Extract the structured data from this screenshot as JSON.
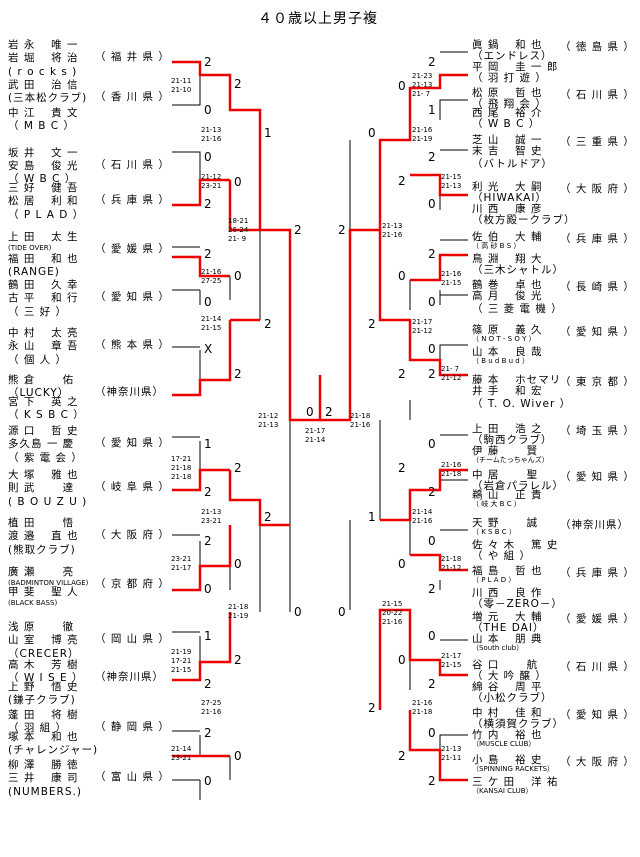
{
  "title": "４０歳以上男子複",
  "left_entries": [
    {
      "p1": "岩 永 　唯 一",
      "p2": "岩 堀 　将 治",
      "club": "( r o c k s )",
      "pref": "（ 福 井 県 ）"
    },
    {
      "p1": "武 田 　治 信",
      "p2": "(三本松クラブ)",
      "club": "",
      "pref": "（ 香 川 県 ）"
    },
    {
      "p1": "中 江 　貴 文",
      "p2": "（ M B C ）",
      "club": "",
      "pref": ""
    },
    {
      "p1": "坂 井 　文 一",
      "p2": "安 島 　俊 光",
      "club": "",
      "pref": "（ 石 川 県 ）"
    },
    {
      "p1": "（ W B C ）",
      "p2": "",
      "club": "",
      "pref": ""
    },
    {
      "p1": "三 好 　健 吾",
      "p2": "松 居 　利 和",
      "club": "（ P L A D ）",
      "pref": "（ 兵 庫 県 ）"
    },
    {
      "p1": "上 田 　太 生",
      "p2": "(TIDE OVER)",
      "club": "",
      "pref": "（ 愛 媛 県 ）"
    },
    {
      "p1": "福 田 　和 也",
      "p2": "(RANGE)",
      "club": "",
      "pref": ""
    },
    {
      "p1": "鶴 田 　久 幸",
      "p2": "古 平 　和 行",
      "club": "（ 三 好 ）",
      "pref": "（ 愛 知 県 ）"
    },
    {
      "p1": "中 村 　太 亮",
      "p2": "永 山 　章 吾",
      "club": "（ 個 人 ）",
      "pref": "（ 熊 本 県 ）"
    },
    {
      "p1": "熊 倉 　　佑",
      "p2": "（LUCKY）",
      "club": "",
      "pref": "（神奈川県）"
    },
    {
      "p1": "宮 下 　英 之",
      "p2": "（ K S B C ）",
      "club": "",
      "pref": ""
    },
    {
      "p1": "源 口 　哲 史",
      "p2": "多久島 一 慶",
      "club": "（ 紫 電 会 ）",
      "pref": "（ 愛 知 県 ）"
    },
    {
      "p1": "大 塚 　雅 也",
      "p2": "則 武 　　達",
      "club": "( B O U Z U )",
      "pref": "（ 岐 阜 県 ）"
    },
    {
      "p1": "植 田 　　悟",
      "p2": "渡 邉 　直 也",
      "club": "(熊取クラブ)",
      "pref": "（ 大 阪 府 ）"
    },
    {
      "p1": "廣 瀬 　　亮",
      "p2": "(BADMINTON VILLAGE)",
      "club": "",
      "pref": "（ 京 都 府 ）"
    },
    {
      "p1": "甲 斐 　聖 人",
      "p2": "(BLACK BASS)",
      "club": "",
      "pref": ""
    },
    {
      "p1": "浅 原 　　徹",
      "p2": "山 室 　博 亮",
      "club": "（CRECER）",
      "pref": "（ 岡 山 県 ）"
    },
    {
      "p1": "高 木 　芳 樹",
      "p2": "（ W I S E ）",
      "club": "",
      "pref": "（神奈川県）"
    },
    {
      "p1": "上 野 　悟 史",
      "p2": "(鎌子クラブ)",
      "club": "",
      "pref": ""
    },
    {
      "p1": "蓬 田 　将 樹",
      "p2": "（ 羽 組 ）",
      "club": "",
      "pref": "（ 静 岡 県 ）"
    },
    {
      "p1": "塚 本 　和 也",
      "p2": "(チャレンジャー)",
      "club": "",
      "pref": ""
    },
    {
      "p1": "柳 澤 　勝 徳",
      "p2": "三 井 　康 司",
      "club": "(NUMBERS.)",
      "pref": "（ 富 山 県 ）"
    }
  ],
  "right_entries": [
    {
      "p1": "眞 鍋 　和 也",
      "p2": "（エンドレス）",
      "pref": "（ 徳 島 県 ）"
    },
    {
      "p1": "平 岡 　圭 一 郎",
      "p2": "（ 羽 打 遊 ）",
      "pref": ""
    },
    {
      "p1": "松 原 　哲 也",
      "p2": "（ 飛 翔 会 ）",
      "pref": "（ 石 川 県 ）"
    },
    {
      "p1": "西 尾 　裕 介",
      "p2": "（ W B C ）",
      "pref": ""
    },
    {
      "p1": "芝 山 　誠 一",
      "p2": "末 吉 　智 史",
      "club": "（バトルドア）",
      "pref": "（ 三 重 県 ）"
    },
    {
      "p1": "利 光 　大 嗣",
      "p2": "（HIWAKAI）",
      "pref": "（ 大 阪 府 ）"
    },
    {
      "p1": "川 西 　康 彦",
      "p2": "（枚方殿ークラブ）",
      "pref": ""
    },
    {
      "p1": "佐 伯 　大 輔",
      "p2": "（ 高 砂 B S ）",
      "pref": "（ 兵 庫 県 ）"
    },
    {
      "p1": "鳥 淵 　翔 大",
      "p2": "（三木シャトル）",
      "pref": ""
    },
    {
      "p1": "鶴 巻 　卓 也",
      "p2": "高 月 　俊 光",
      "club": "（ 三 菱 電 機 ）",
      "pref": "（ 長 崎 県 ）"
    },
    {
      "p1": "篠 原 　義 久",
      "p2": "（ N O T - S O Y ）",
      "pref": "（ 愛 知 県 ）"
    },
    {
      "p1": "山 本 　良 哉",
      "p2": "（ B u d B u d ）",
      "pref": ""
    },
    {
      "p1": "藤 本 　ホセマリ",
      "p2": "井 手 　和 宏",
      "club": "（ T. O. Wiver ）",
      "pref": "（ 東 京 都 ）"
    },
    {
      "p1": "上 田 　浩 之",
      "p2": "（駒西クラブ）",
      "pref": "（ 埼 玉 県 ）"
    },
    {
      "p1": "伊 藤 　　賢",
      "p2": "（チームたっちゃんズ）",
      "pref": ""
    },
    {
      "p1": "中 居 　　聖",
      "p2": "（岩倉パラレル）",
      "pref": "（ 愛 知 県 ）"
    },
    {
      "p1": "鵜 山 　正 貴",
      "p2": "（ 岐 大 B C ）",
      "pref": ""
    },
    {
      "p1": "天 野 　　誠",
      "p2": "（ K S B C ）",
      "pref": "（神奈川県）"
    },
    {
      "p1": "佐 々 木 　篤 史",
      "p2": "（ や 組 ）",
      "pref": ""
    },
    {
      "p1": "福 島 　哲 也",
      "p2": "（ P L A D ）",
      "pref": "（ 兵 庫 県 ）"
    },
    {
      "p1": "川 西 　良 作",
      "p2": "（零－ZERO－）",
      "pref": ""
    },
    {
      "p1": "増 元 　大 輔",
      "p2": "（THE DAI）",
      "pref": "（ 愛 媛 県 ）"
    },
    {
      "p1": "山 本 　朋 典",
      "p2": "（South club）",
      "pref": ""
    },
    {
      "p1": "谷 口 　　航",
      "p2": "（ 大 吟 醸 ）",
      "pref": "（ 石 川 県 ）"
    },
    {
      "p1": "綿 谷 　周 平",
      "p2": "（小松クラブ）",
      "pref": ""
    },
    {
      "p1": "中 村 　佳 和",
      "p2": "（横須賀クラブ）",
      "pref": "（ 愛 知 県 ）"
    },
    {
      "p1": "竹 内 　裕 也",
      "p2": "（MUSCLE CLUB）",
      "pref": ""
    },
    {
      "p1": "小 島 　裕 史",
      "p2": "（SPINNING RACKETS）",
      "pref": "（ 大 阪 府 ）"
    },
    {
      "p1": "三 ケ 田 　洋 祐",
      "p2": "（KANSAI CLUB）",
      "pref": ""
    }
  ],
  "scores": {
    "l1a": "21-11\n21-10",
    "l1b": "21-13\n21-16",
    "l1c": "21-12\n23-21",
    "l1d": "21-16\n27-25",
    "l1e": "21-14\n21-15",
    "l1f": "17-21\n21-18\n21-18",
    "l1g": "21-13\n23-21",
    "l1h": "23-21\n21-17",
    "l1i": "21-19\n17-21\n21-15",
    "l1j": "27-25\n21-16",
    "l1k": "21-14\n23-21",
    "l2a": "18-21\n26-24\n21- 9",
    "l2b": "21-18\n21-19",
    "l3": "21-12\n21-13",
    "final_l": "21-17\n21-14",
    "final_r": "21-18\n21-16",
    "r1a": "21-23\n21-13\n21- 7",
    "r1b": "21-16\n21-19",
    "r1c": "21-15\n21-13",
    "r1d": "21-16\n21-15",
    "r1e": "21-17\n21-12",
    "r1f": "21- 7\n21-12",
    "r1g": "21-16\n21-18",
    "r1h": "21-14\n21-16",
    "r1i": "21-18\n21-12",
    "r1j": "21-17\n21-15",
    "r1k": "21-16\n21-18",
    "r1l": "21-13\n21-11",
    "r2a": "21-13\n21-16",
    "r2b": "21-15\n20-22\n21-16"
  },
  "points": {
    "a": "2",
    "b": "0",
    "c": "2",
    "d": "1",
    "e": "0",
    "f": "0",
    "g": "2",
    "h": "2",
    "i": "0",
    "j": "0",
    "k": "2",
    "l": "X",
    "m": "2",
    "n": "1",
    "o": "2",
    "p": "2",
    "q": "2",
    "r": "0",
    "s": "2",
    "t": "1",
    "u": "2",
    "v": "2",
    "w": "2",
    "x": "0",
    "y": "0",
    "z": "2",
    "aa": "2",
    "ab": "0",
    "c1": "0",
    "c2": "2",
    "ra": "0",
    "rb": "2",
    "rc": "1",
    "rd": "2",
    "re": "0",
    "rf": "2",
    "rg": "0",
    "rh": "2",
    "ri": "0",
    "rj": "2",
    "rk": "0",
    "rl": "0",
    "rm": "2",
    "rn": "2",
    "ro": "0",
    "rp": "2",
    "rq": "0",
    "rr": "2",
    "rs": "0",
    "rt": "2",
    "ru": "0",
    "rv": "2",
    "rw": "0",
    "rx": "0",
    "ry": "2",
    "rz": "2",
    "rz2": "1",
    "r0": "0",
    "r2": "2",
    "r3": "2",
    "r4": "0",
    "r5": "2"
  }
}
